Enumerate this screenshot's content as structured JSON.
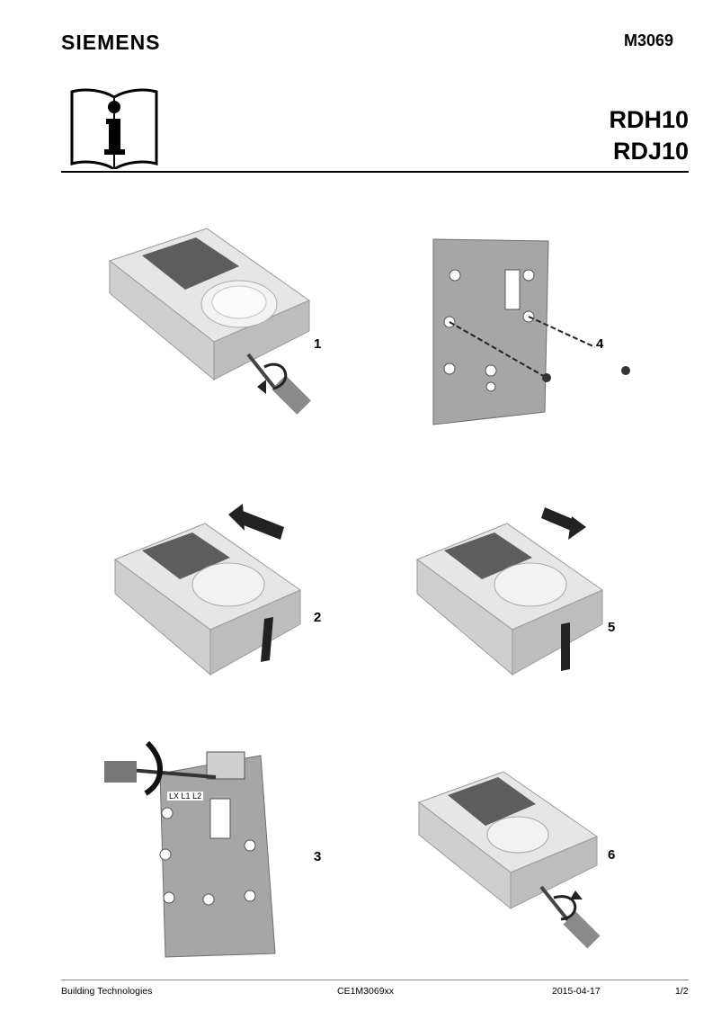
{
  "header": {
    "brand": "SIEMENS",
    "doc_number": "M3069",
    "models": [
      "RDH10",
      "RDJ10"
    ],
    "info_icon": "book-info-icon"
  },
  "steps": [
    "1",
    "4",
    "2",
    "5",
    "3",
    "6"
  ],
  "terminal_labels": [
    "LX",
    "L1",
    "L2"
  ],
  "footer": {
    "company": "Building Technologies",
    "code": "CE1M3069xx",
    "date": "2015-04-17",
    "page": "1/2"
  }
}
